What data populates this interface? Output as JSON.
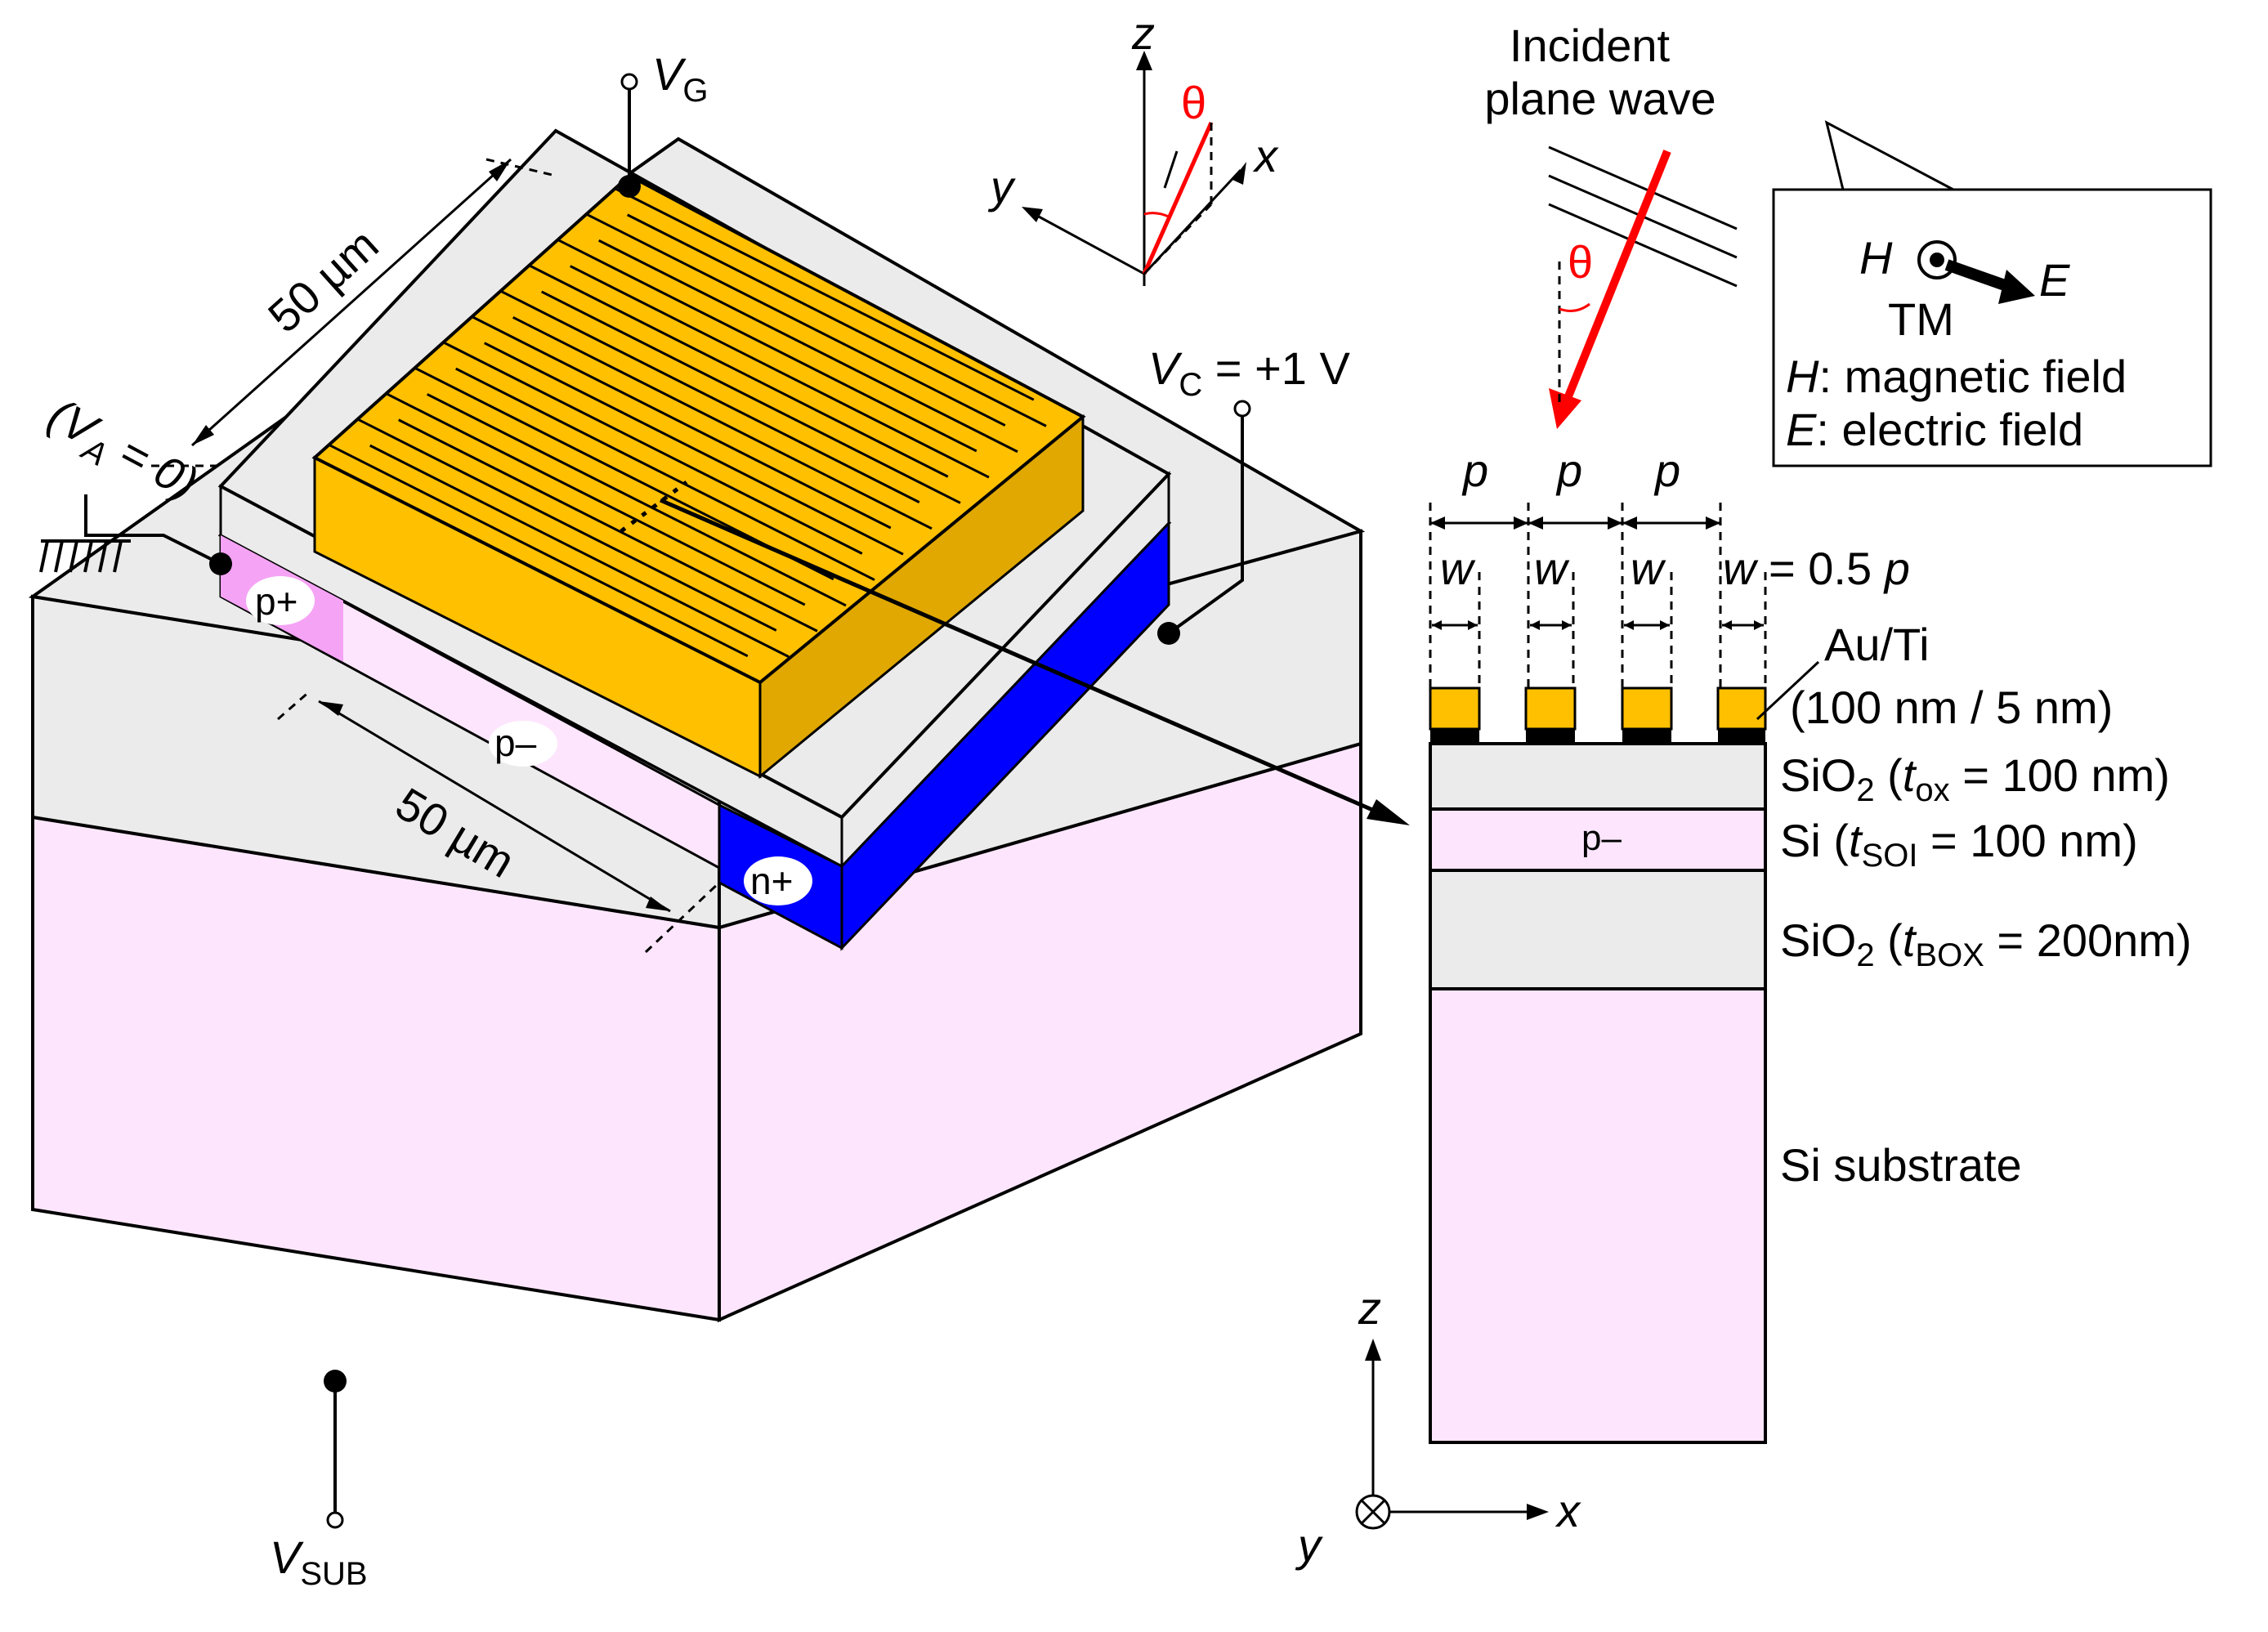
{
  "labels": {
    "vg_main": "V",
    "vg_sub": "G",
    "va_open": "(V",
    "va_sub": "A",
    "va_rest": " = 0)",
    "vc_main": "V",
    "vc_sub": "C",
    "vc_rest": " = +1 V",
    "vsub_main": "V",
    "vsub_sub": "SUB",
    "dim_top": "50 µm",
    "dim_bottom": "50 µm",
    "p_plus": "p+",
    "p_minus": "p–",
    "n_plus": "n+",
    "axis_z": "z",
    "axis_x": "x",
    "axis_y": "y",
    "theta": "θ",
    "incident_1": "Incident",
    "incident_2": "plane wave",
    "theta2": "θ",
    "legend_h": "H",
    "legend_e": "E",
    "legend_tm": "TM",
    "legend_h_desc_sym": "H",
    "legend_h_desc": ": magnetic field",
    "legend_e_desc_sym": "E",
    "legend_e_desc": ": electric field",
    "p1": "p",
    "p2": "p",
    "p3": "p",
    "w1": "w",
    "w2": "w",
    "w3": "w",
    "w4": "w",
    "w_eq": " = 0.5 ",
    "w_eq_p": "p",
    "auti": "Au/Ti",
    "auti_thick": "(100 nm / 5 nm)",
    "sio2_a": "SiO",
    "sio2_a_sub": "2",
    "sio2_a_rest1": " (",
    "sio2_a_t": "t",
    "sio2_a_tsub": "ox",
    "sio2_a_rest2": " = 100 nm)",
    "si_a": "Si (",
    "si_a_t": "t",
    "si_a_tsub": "SOI",
    "si_a_rest": " = 100 nm)",
    "section_p_minus": "p–",
    "sio2_b": "SiO",
    "sio2_b_sub": "2",
    "sio2_b_rest1": " (",
    "sio2_b_t": "t",
    "sio2_b_tsub": "BOX",
    "sio2_b_rest2": " = 200nm)",
    "si_substrate": "Si substrate",
    "ax2_z": "z",
    "ax2_x": "x",
    "ax2_y": "y"
  },
  "colors": {
    "oxide": "#ebebeb",
    "oxide_dark": "#d9d9d9",
    "silicon": "#fde6fd",
    "p_plus": "#f5a3f5",
    "n_plus": "#0000ff",
    "gold": "#ffc000",
    "gold_dark": "#e0a800",
    "red": "#ff0000"
  }
}
